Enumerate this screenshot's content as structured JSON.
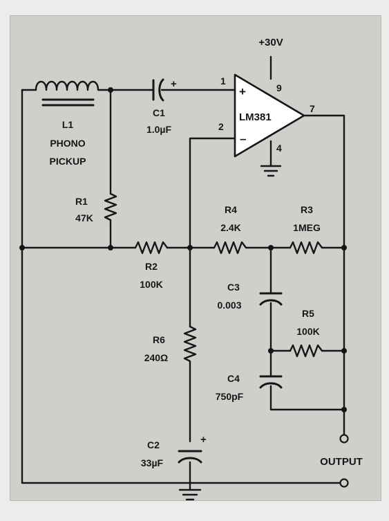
{
  "opamp": {
    "name": "LM381",
    "supply": "+30V",
    "pin_in_plus": "1",
    "pin_in_minus": "2",
    "pin_supply": "9",
    "pin_gnd": "4",
    "pin_out": "7",
    "plus_sign": "+",
    "minus_sign": "–"
  },
  "L1": {
    "ref": "L1",
    "line1": "PHONO",
    "line2": "PICKUP"
  },
  "C1": {
    "ref": "C1",
    "value": "1.0µF",
    "polarity": "+"
  },
  "C2": {
    "ref": "C2",
    "value": "33µF",
    "polarity": "+"
  },
  "C3": {
    "ref": "C3",
    "value": "0.003"
  },
  "C4": {
    "ref": "C4",
    "value": "750pF"
  },
  "R1": {
    "ref": "R1",
    "value": "47K"
  },
  "R2": {
    "ref": "R2",
    "value": "100K"
  },
  "R3": {
    "ref": "R3",
    "value": "1MEG"
  },
  "R4": {
    "ref": "R4",
    "value": "2.4K"
  },
  "R5": {
    "ref": "R5",
    "value": "100K"
  },
  "R6": {
    "ref": "R6",
    "value": "240Ω"
  },
  "output": {
    "label": "OUTPUT"
  }
}
